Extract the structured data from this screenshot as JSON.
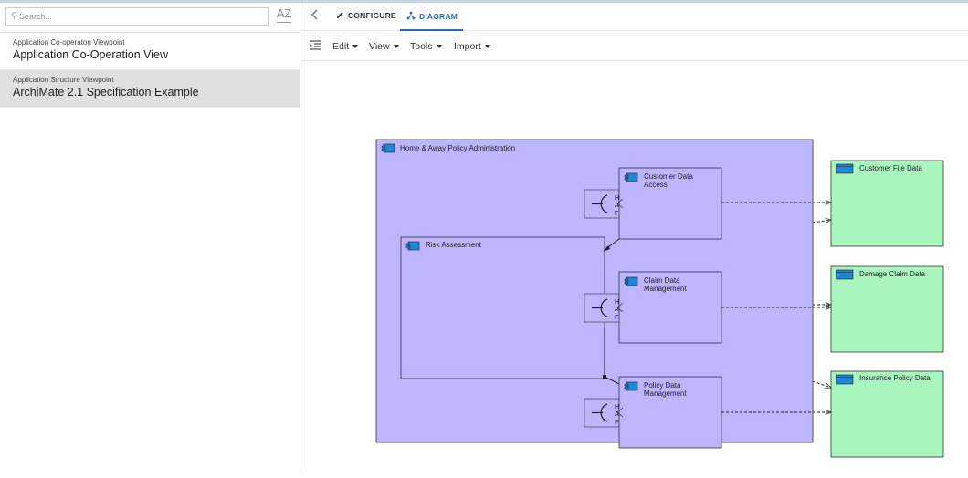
{
  "sidebar": {
    "search_placeholder": "Search...",
    "sort_label": "AZ",
    "views": [
      {
        "viewpoint": "Application Co-operaton Viewpoint",
        "name": "Application Co-Operation View"
      },
      {
        "viewpoint": "Application Structure Viewpoint",
        "name": "ArchiMate 2.1 Specification Example"
      }
    ]
  },
  "tabs": {
    "configure": "CONFIGURE",
    "diagram": "DIAGRAM"
  },
  "menu": {
    "edit": "Edit",
    "view": "View",
    "tools": "Tools",
    "import": "Import"
  },
  "diagram": {
    "group": "Home & Away Policy Administration",
    "risk": "Risk Assessment",
    "components": [
      {
        "line1": "Customer Data",
        "line2": "Access"
      },
      {
        "line1": "Claim Data",
        "line2": "Management"
      },
      {
        "line1": "Policy Data",
        "line2": "Management"
      }
    ],
    "interface_letters": [
      "H",
      "A",
      "F"
    ],
    "data_objects": [
      "Customer File Data",
      "Damage Claim Data",
      "Insurance Policy Data"
    ],
    "colors": {
      "component_fill": "#bdb5ff",
      "data_fill": "#a8f5bd",
      "icon_fill": "#1e88d6",
      "accent": "#2a6bbf"
    }
  }
}
